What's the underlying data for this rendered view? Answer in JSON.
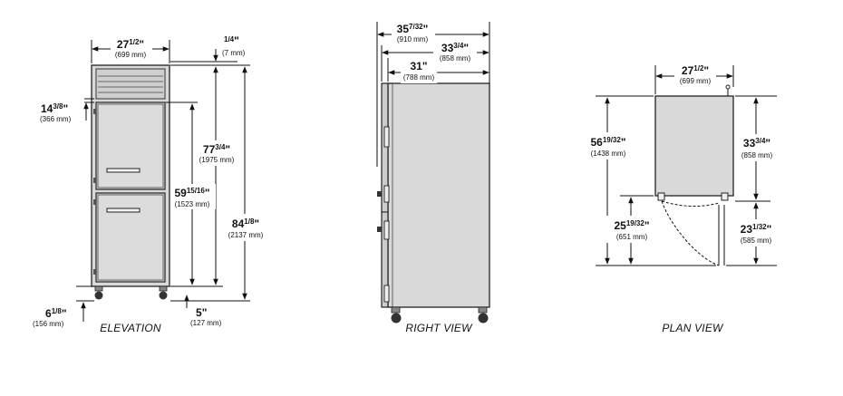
{
  "views": {
    "elevation": "ELEVATION",
    "right": "RIGHT VIEW",
    "plan": "PLAN VIEW"
  },
  "elevation": {
    "width": {
      "whole": "27",
      "frac": "1/2",
      "mm": "(699 mm)"
    },
    "top_gap": {
      "whole": "",
      "frac": "1/4",
      "mm": "(7 mm)"
    },
    "upper_height": {
      "whole": "14",
      "frac": "3/8",
      "mm": "(366 mm)"
    },
    "height_77": {
      "whole": "77",
      "frac": "3/4",
      "mm": "(1975 mm)"
    },
    "height_59": {
      "whole": "59",
      "frac": "15/16",
      "mm": "(1523 mm)"
    },
    "height_84": {
      "whole": "84",
      "frac": "1/8",
      "mm": "(2137 mm)"
    },
    "caster": {
      "whole": "6",
      "frac": "1/8",
      "mm": "(156 mm)"
    },
    "bottom_gap": {
      "whole": "5",
      "frac": "",
      "mm": "(127 mm)"
    }
  },
  "right_view": {
    "overall": {
      "whole": "35",
      "frac": "7/32",
      "mm": "(910 mm)"
    },
    "depth_33": {
      "whole": "33",
      "frac": "3/4",
      "mm": "(858 mm)"
    },
    "depth_31": {
      "whole": "31",
      "frac": "",
      "mm": "(788 mm)"
    }
  },
  "plan_view": {
    "width": {
      "whole": "27",
      "frac": "1/2",
      "mm": "(699 mm)"
    },
    "door_open": {
      "whole": "56",
      "frac": "19/32",
      "mm": "(1438 mm)"
    },
    "depth": {
      "whole": "33",
      "frac": "3/4",
      "mm": "(858 mm)"
    },
    "swing_left": {
      "whole": "25",
      "frac": "19/32",
      "mm": "(651 mm)"
    },
    "swing_right": {
      "whole": "23",
      "frac": "1/32",
      "mm": "(585 mm)"
    }
  },
  "colors": {
    "line": "#111111",
    "fill": "#d9d9d9",
    "background": "#ffffff"
  }
}
